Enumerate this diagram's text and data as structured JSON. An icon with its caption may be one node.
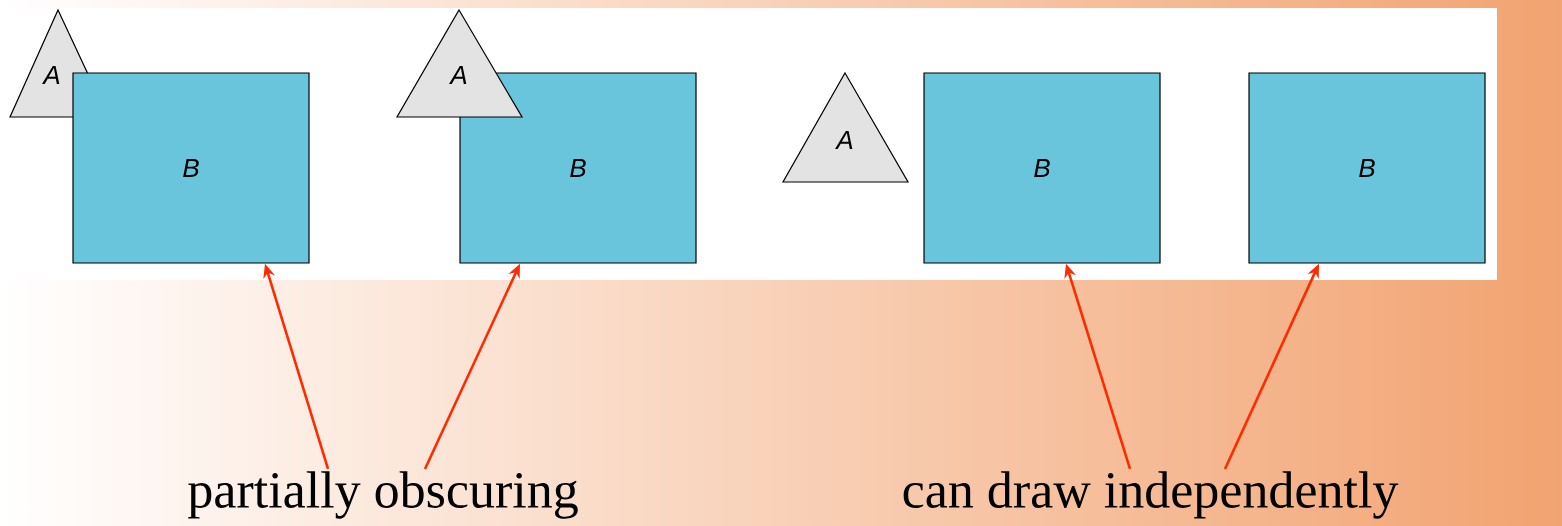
{
  "diagram": {
    "nodes": [
      {
        "text": [
          "A"
        ]
      },
      {
        "text": [
          "B"
        ]
      },
      {
        "text": [
          "A"
        ]
      },
      {
        "text": [
          "B"
        ]
      },
      {
        "text": [
          "A"
        ]
      },
      {
        "text": [
          "B"
        ]
      },
      {
        "text": [
          "B"
        ]
      },
      {
        "text": [
          "partially obscuring"
        ]
      },
      {
        "text": [
          "can draw independently"
        ]
      }
    ],
    "edges": [
      {
        "from": 7,
        "to": 1,
        "arrow": "to"
      },
      {
        "from": 7,
        "to": 3,
        "arrow": "to"
      },
      {
        "from": 8,
        "to": 5,
        "arrow": "to"
      },
      {
        "from": 8,
        "to": 6,
        "arrow": "to"
      }
    ]
  }
}
